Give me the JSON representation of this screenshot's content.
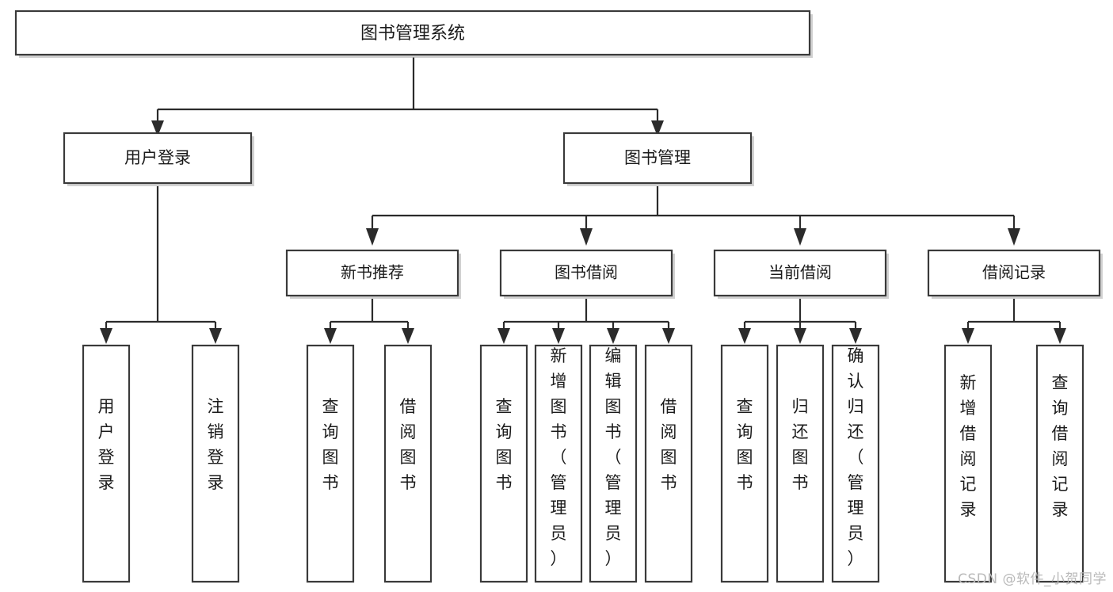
{
  "diagram": {
    "title": "图书管理系统",
    "type": "tree-hierarchy-diagram",
    "watermark": "CSDN @软件_小贺同学",
    "colors": {
      "background": "#ffffff",
      "box_fill": "#ffffff",
      "box_stroke": "#3a3a3a",
      "connector": "#2b2b2b",
      "text": "#1b1b1b",
      "watermark": "#b9b9b9"
    },
    "root": {
      "label": "图书管理系统"
    },
    "level2": [
      {
        "id": "user-login",
        "label": "用户登录"
      },
      {
        "id": "book-manage",
        "label": "图书管理"
      }
    ],
    "level3": [
      {
        "id": "new-book-recommend",
        "label": "新书推荐",
        "parent": "book-manage"
      },
      {
        "id": "book-borrow",
        "label": "图书借阅",
        "parent": "book-manage"
      },
      {
        "id": "current-borrow",
        "label": "当前借阅",
        "parent": "book-manage"
      },
      {
        "id": "borrow-record",
        "label": "借阅记录",
        "parent": "book-manage"
      }
    ],
    "leaves": [
      {
        "id": "leaf-user-login",
        "label": "用户登录",
        "parent": "user-login"
      },
      {
        "id": "leaf-logout-login",
        "label": "注销登录",
        "parent": "user-login"
      },
      {
        "id": "leaf-query-book-1",
        "label": "查询图书",
        "parent": "new-book-recommend"
      },
      {
        "id": "leaf-borrow-book-1",
        "label": "借阅图书",
        "parent": "new-book-recommend"
      },
      {
        "id": "leaf-query-book-2",
        "label": "查询图书",
        "parent": "book-borrow"
      },
      {
        "id": "leaf-add-book",
        "label": "新增图书（管理员）",
        "parent": "book-borrow"
      },
      {
        "id": "leaf-edit-book",
        "label": "编辑图书（管理员）",
        "parent": "book-borrow"
      },
      {
        "id": "leaf-borrow-book-2",
        "label": "借阅图书",
        "parent": "book-borrow"
      },
      {
        "id": "leaf-query-book-3",
        "label": "查询图书",
        "parent": "current-borrow"
      },
      {
        "id": "leaf-return-book",
        "label": "归还图书",
        "parent": "current-borrow"
      },
      {
        "id": "leaf-confirm-return",
        "label": "确认归还（管理员）",
        "parent": "current-borrow"
      },
      {
        "id": "leaf-add-record",
        "label": "新增借阅记录",
        "parent": "borrow-record"
      },
      {
        "id": "leaf-query-record",
        "label": "查询借阅记录",
        "parent": "borrow-record"
      }
    ]
  }
}
